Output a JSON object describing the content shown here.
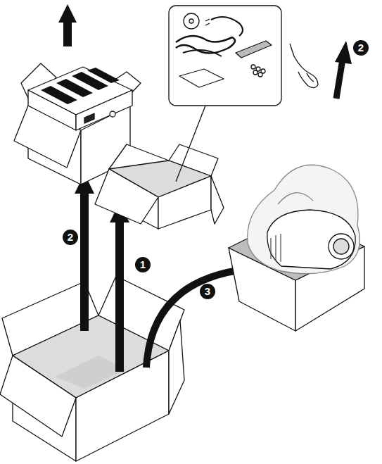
{
  "diagram": {
    "labels": [
      "2",
      "2",
      "1",
      "3"
    ]
  }
}
